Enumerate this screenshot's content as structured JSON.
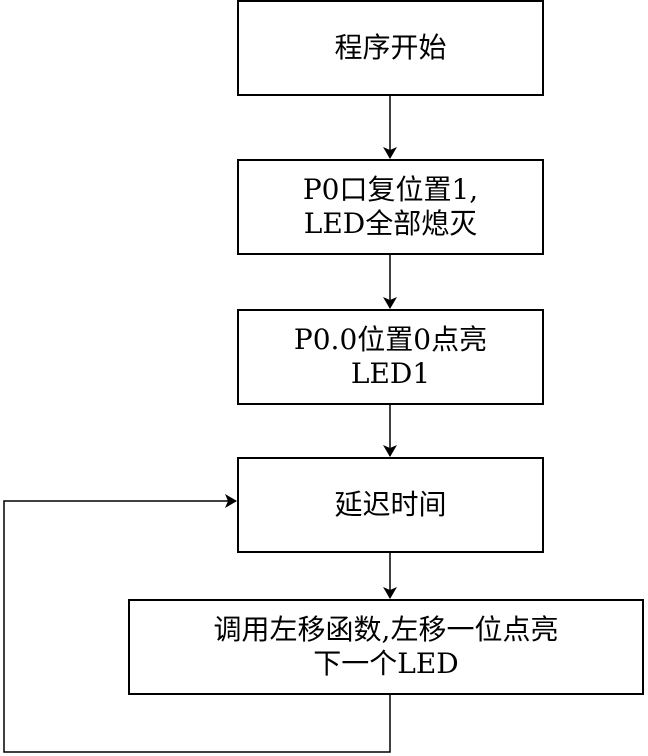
{
  "nodes": {
    "start": {
      "line1": "程序开始"
    },
    "reset": {
      "line1": "P0口复位置1,",
      "line2": "LED全部熄灭"
    },
    "light": {
      "line1": "P0.0位置0点亮",
      "line2": "LED1"
    },
    "delay": {
      "line1": "延迟时间"
    },
    "shift": {
      "line1": "调用左移函数,左移一位点亮",
      "line2": "下一个LED"
    }
  },
  "colors": {
    "stroke": "#000000",
    "background": "#ffffff"
  }
}
